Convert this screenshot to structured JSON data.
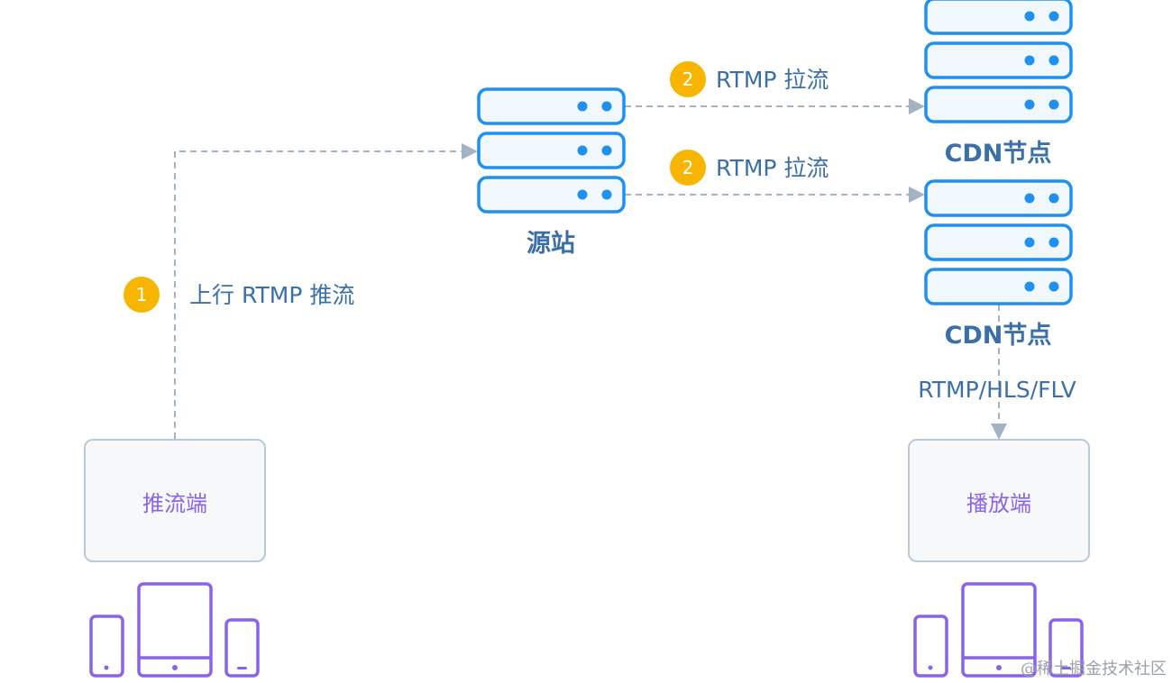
{
  "nodes": {
    "origin": {
      "label": "源站"
    },
    "cdn_top": {
      "label": "CDN节点"
    },
    "cdn_bottom": {
      "label": "CDN节点"
    },
    "pusher": {
      "label": "推流端"
    },
    "player": {
      "label": "播放端"
    }
  },
  "edges": {
    "push": {
      "step": "1",
      "label": "上行 RTMP 推流"
    },
    "pull_top": {
      "step": "2",
      "label": "RTMP 拉流"
    },
    "pull_bottom": {
      "step": "2",
      "label": "RTMP 拉流"
    },
    "deliver": {
      "label": "RTMP/HLS/FLV"
    }
  },
  "icons": {
    "server_stack": "server-stack-icon",
    "devices": "devices-icon"
  },
  "colors": {
    "server": "#1e90f0",
    "server_fill": "#f0f7fd",
    "badge": "#f7b500",
    "label": "#3b6fa8",
    "client_text": "#8a63e8",
    "arrow": "#a3b3c4"
  },
  "watermark": "@稀土掘金技术社区"
}
